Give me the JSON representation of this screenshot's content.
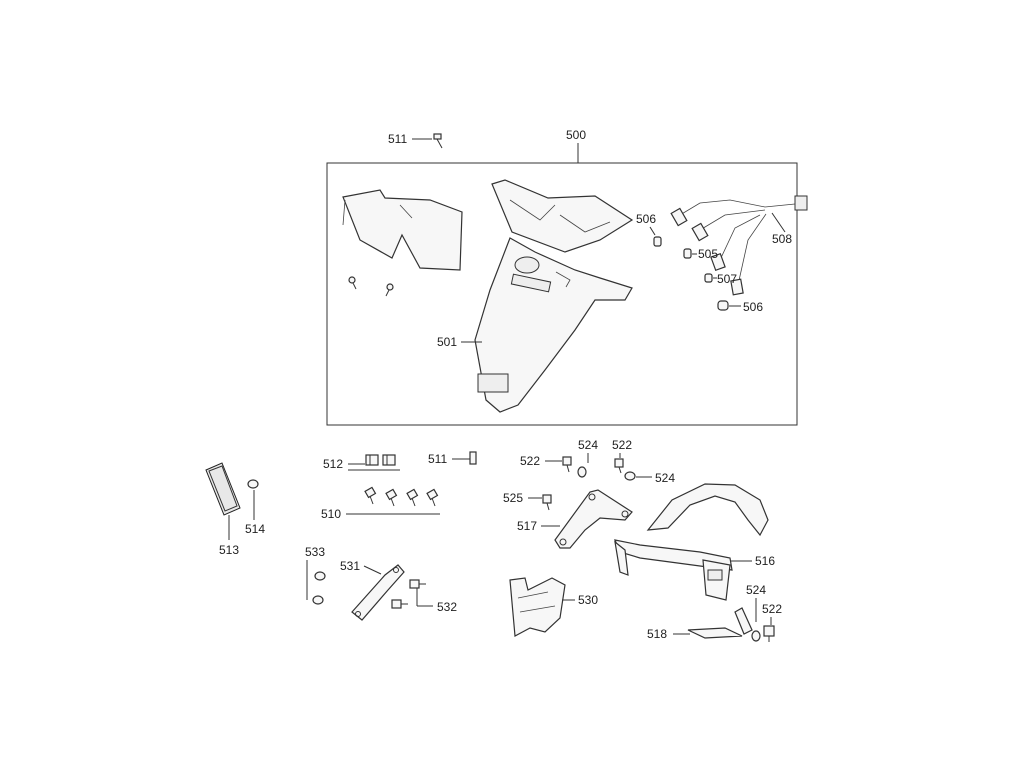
{
  "callouts": {
    "c500": "500",
    "c501": "501",
    "c505": "505",
    "c506a": "506",
    "c506b": "506",
    "c507": "507",
    "c508": "508",
    "c510": "510",
    "c511a": "511",
    "c511b": "511",
    "c512": "512",
    "c513": "513",
    "c514": "514",
    "c516": "516",
    "c517": "517",
    "c518": "518",
    "c522a": "522",
    "c522b": "522",
    "c522c": "522",
    "c524a": "524",
    "c524b": "524",
    "c524c": "524",
    "c525": "525",
    "c530": "530",
    "c531": "531",
    "c532": "532",
    "c533": "533"
  },
  "colors": {
    "line": "#333333",
    "part_fill": "#f7f7f7",
    "background": "#ffffff"
  }
}
